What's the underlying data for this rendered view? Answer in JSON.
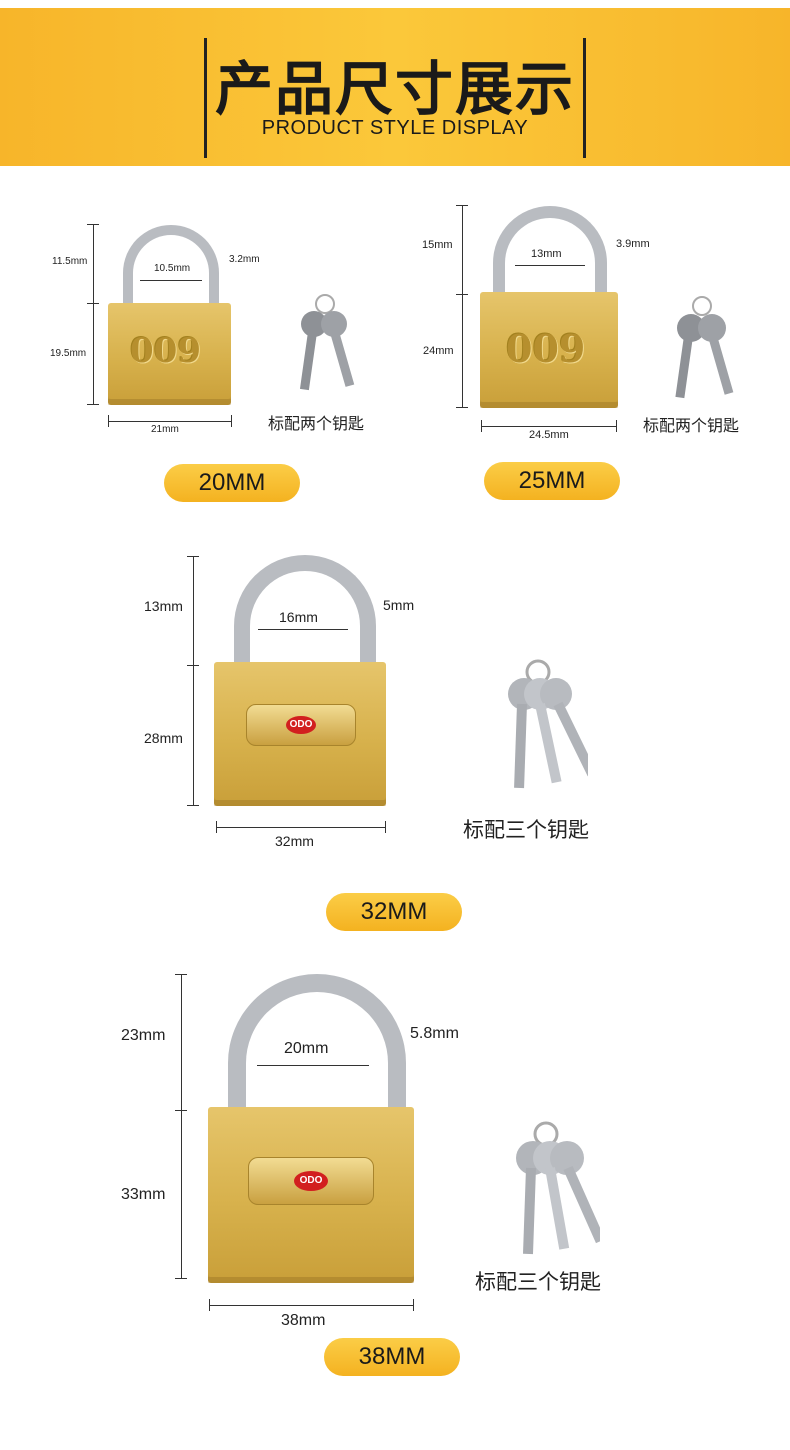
{
  "header": {
    "title_cn": "产品尺寸展示",
    "title_en": "PRODUCT STYLE DISPLAY"
  },
  "products": [
    {
      "size_label": "20MM",
      "shackle_height": "11.5mm",
      "body_height": "19.5mm",
      "inner_width": "10.5mm",
      "shackle_diameter": "3.2mm",
      "body_width": "21mm",
      "keys_caption": "标配两个钥匙",
      "logo": "009"
    },
    {
      "size_label": "25MM",
      "shackle_height": "15mm",
      "body_height": "24mm",
      "inner_width": "13mm",
      "shackle_diameter": "3.9mm",
      "body_width": "24.5mm",
      "keys_caption": "标配两个钥匙",
      "logo": "009"
    },
    {
      "size_label": "32MM",
      "shackle_height": "13mm",
      "body_height": "28mm",
      "inner_width": "16mm",
      "shackle_diameter": "5mm",
      "body_width": "32mm",
      "keys_caption": "标配三个钥匙",
      "logo": "ODO"
    },
    {
      "size_label": "38MM",
      "shackle_height": "23mm",
      "body_height": "33mm",
      "inner_width": "20mm",
      "shackle_diameter": "5.8mm",
      "body_width": "38mm",
      "keys_caption": "标配三个钥匙",
      "logo": "ODO"
    }
  ],
  "colors": {
    "banner": "#f9c034",
    "pill": "#f7bd2f",
    "brass": "#d7b14c",
    "steel": "#b9bcc1",
    "seal": "#d21f1f"
  },
  "icons": [
    "padlock-icon",
    "key-icon"
  ]
}
